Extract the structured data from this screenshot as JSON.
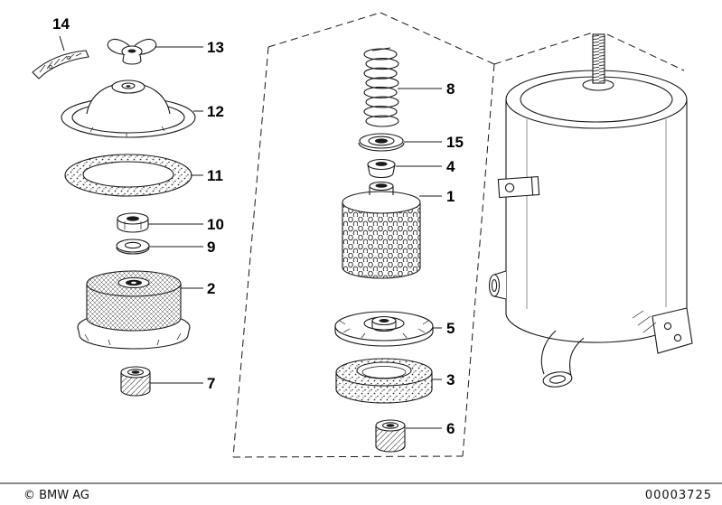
{
  "diagram": {
    "copyright": "© BMW AG",
    "number": "00003725",
    "callouts_left": [
      {
        "label": "14"
      },
      {
        "label": "13"
      },
      {
        "label": "12"
      },
      {
        "label": "11"
      },
      {
        "label": "10"
      },
      {
        "label": "9"
      },
      {
        "label": "2"
      },
      {
        "label": "7"
      }
    ],
    "callouts_middle": [
      {
        "label": "8"
      },
      {
        "label": "15"
      },
      {
        "label": "4"
      },
      {
        "label": "1"
      },
      {
        "label": "5"
      },
      {
        "label": "3"
      },
      {
        "label": "6"
      }
    ]
  }
}
